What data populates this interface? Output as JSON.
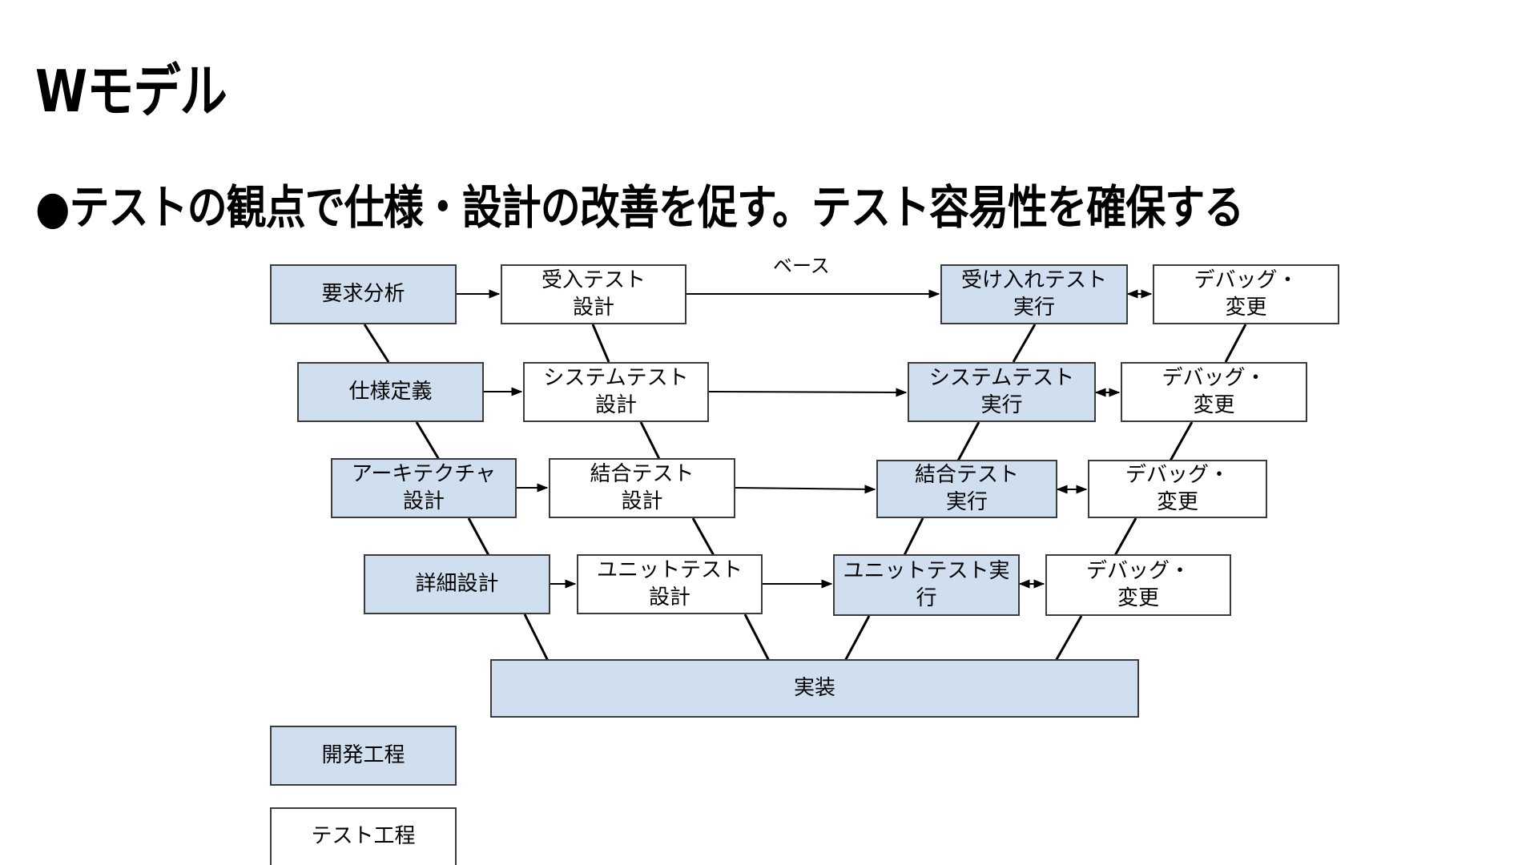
{
  "slide": {
    "title": "Wモデル",
    "bullet": "●テストの観点で仕様・設計の改善を促す。テスト容易性を確保する"
  },
  "colors": {
    "development_fill": "#cfdff0",
    "test_fill": "#ffffff",
    "line": "#000000"
  },
  "diagram": {
    "base_label": "ベース",
    "development": {
      "requirements_analysis": "要求分析",
      "specification": "仕様定義",
      "architecture_design": "アーキテクチャ\n設計",
      "detailed_design": "詳細設計",
      "implementation": "実装"
    },
    "test_design": {
      "acceptance": "受入テスト\n設計",
      "system": "システムテスト\n設計",
      "integration": "結合テスト\n設計",
      "unit": "ユニットテスト\n設計"
    },
    "test_execution": {
      "acceptance": "受け入れテスト\n実行",
      "system": "システムテスト\n実行",
      "integration": "結合テスト\n実行",
      "unit": "ユニットテスト実\n行"
    },
    "debug": {
      "acceptance": "デバッグ・\n変更",
      "system": "デバッグ・\n変更",
      "integration": "デバッグ・\n変更",
      "unit": "デバッグ・\n変更"
    },
    "legend": {
      "development": "開発工程",
      "test": "テスト工程"
    }
  }
}
